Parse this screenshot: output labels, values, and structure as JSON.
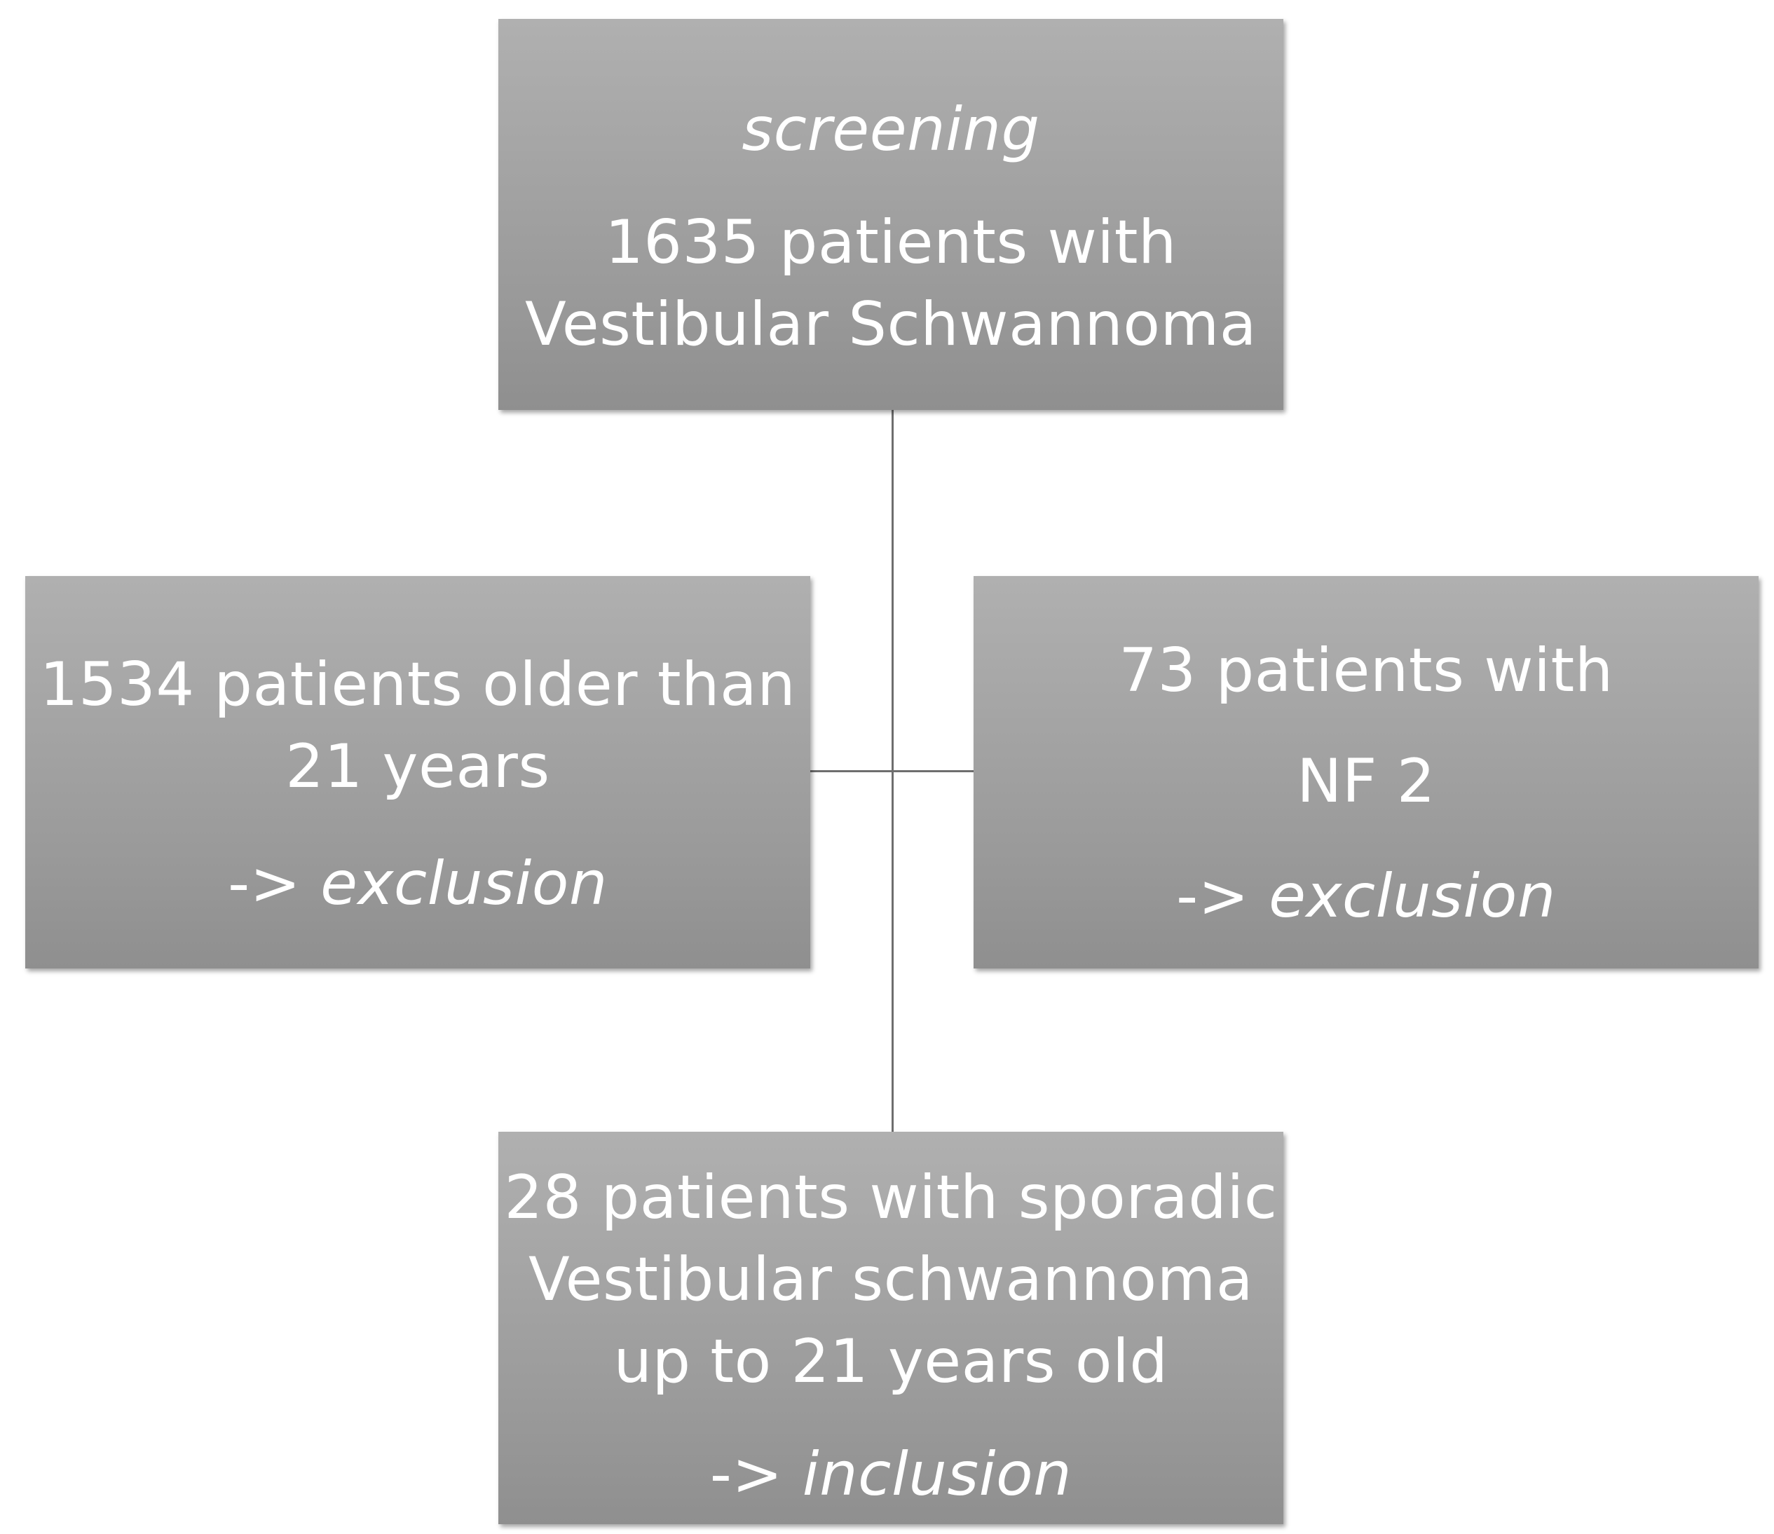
{
  "diagram": {
    "screening_box": {
      "heading": "screening",
      "lines": [
        "1635 patients with",
        "Vestibular Schwannoma"
      ]
    },
    "left_box": {
      "lines": [
        "1534 patients older than",
        "21 years"
      ],
      "action_prefix": "-> ",
      "action": "exclusion"
    },
    "right_box": {
      "lines": [
        "73 patients with",
        "NF 2"
      ],
      "action_prefix": "-> ",
      "action": "exclusion"
    },
    "bottom_box": {
      "lines": [
        "28 patients with sporadic",
        "Vestibular schwannoma",
        "up to 21 years old"
      ],
      "action_prefix": "-> ",
      "action": "inclusion"
    }
  }
}
